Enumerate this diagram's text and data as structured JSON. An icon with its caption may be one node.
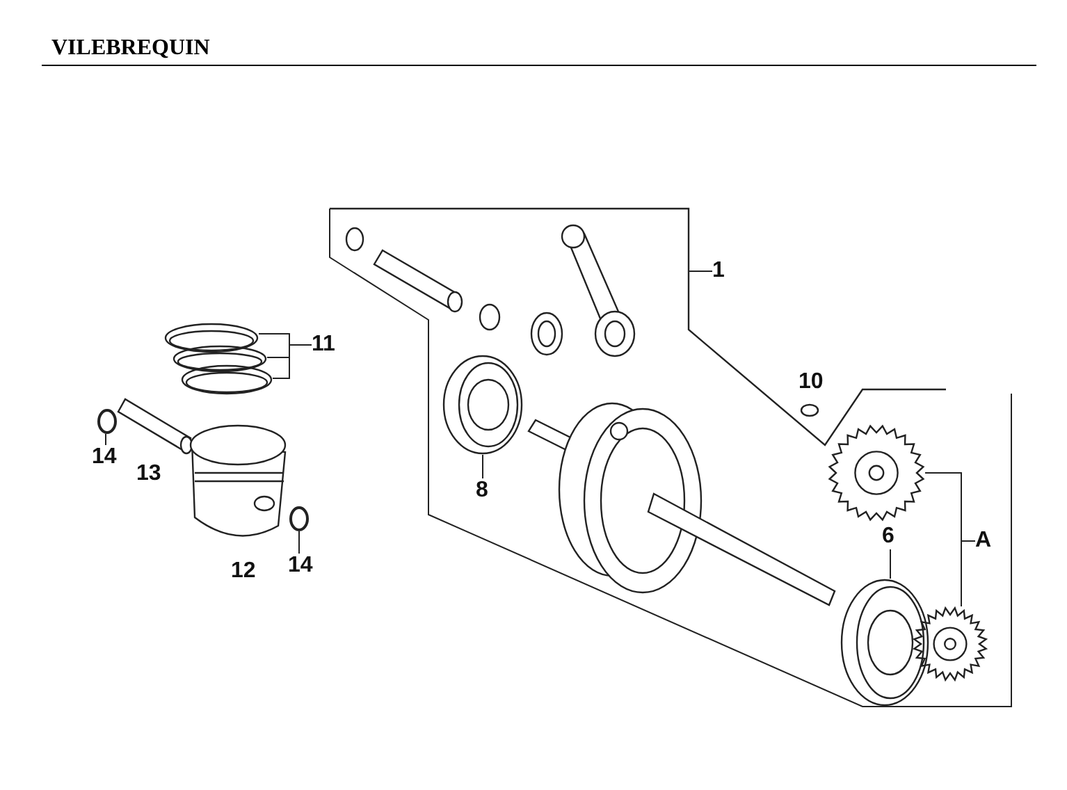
{
  "diagram": {
    "title": "VILEBREQUIN",
    "nodes": [
      {
        "text": [
          "1"
        ],
        "in": 1
      },
      {
        "text": [],
        "shape": "picture"
      },
      {
        "text": [
          "11"
        ]
      },
      {
        "text": [],
        "shape": "picture"
      },
      {
        "text": [],
        "shape": "picture"
      },
      {
        "text": [],
        "shape": "picture"
      },
      {
        "text": [
          "14"
        ]
      },
      {
        "text": [],
        "shape": "circle"
      },
      {
        "text": [
          "14"
        ]
      },
      {
        "text": [],
        "shape": "circle"
      },
      {
        "text": [
          "8"
        ],
        "in": 1
      },
      {
        "text": [],
        "shape": "picture",
        "in": 1
      },
      {
        "text": [
          "6"
        ],
        "in": 1
      },
      {
        "text": [],
        "shape": "picture",
        "in": 1
      },
      {
        "text": [
          "A"
        ],
        "in": 1
      },
      {
        "text": [],
        "shape": "picture",
        "in": 1
      },
      {
        "text": [],
        "shape": "picture",
        "in": 1
      }
    ],
    "edges": [
      {
        "from": 0,
        "to": 1,
        "arrow": "none"
      },
      {
        "from": 2,
        "to": 3,
        "arrow": "none"
      },
      {
        "from": 2,
        "to": 4,
        "arrow": "none"
      },
      {
        "from": 2,
        "to": 5,
        "arrow": "none"
      },
      {
        "from": 6,
        "to": 7,
        "arrow": "none"
      },
      {
        "from": 8,
        "to": 9,
        "arrow": "none"
      },
      {
        "from": 10,
        "to": 11,
        "arrow": "none"
      },
      {
        "from": 12,
        "to": 13,
        "arrow": "none"
      },
      {
        "from": 14,
        "to": 15,
        "arrow": "none"
      },
      {
        "from": 14,
        "to": 16,
        "arrow": "none"
      }
    ],
    "labels": [
      "10",
      "13",
      "12"
    ]
  }
}
